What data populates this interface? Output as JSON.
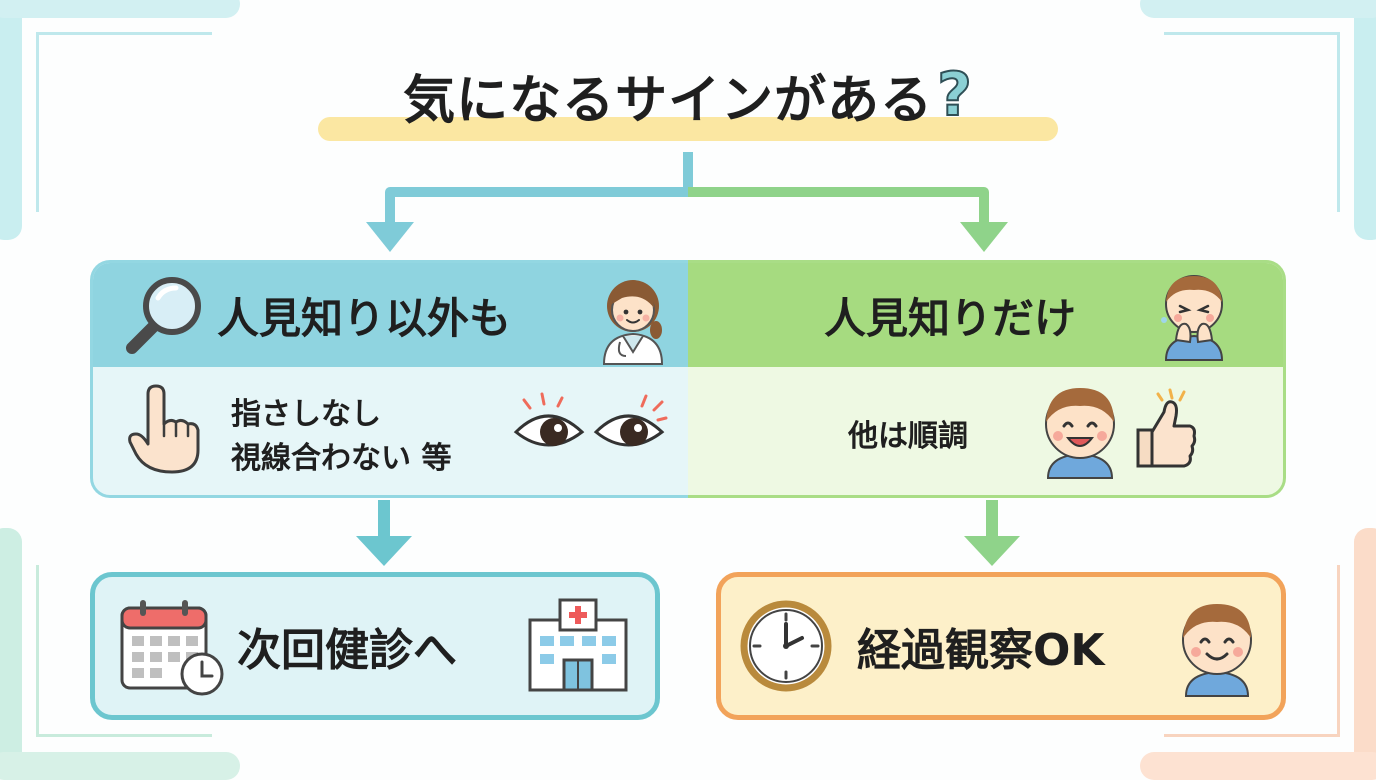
{
  "title": {
    "text": "気になるサインがある",
    "mark": "?"
  },
  "branches": {
    "left": {
      "heading": "人見知り以外も",
      "details": [
        "指さしなし",
        "視線合わない 等"
      ],
      "result": "次回健診へ",
      "color": "#8fd4e0"
    },
    "right": {
      "heading": "人見知りだけ",
      "details": [
        "他は順調"
      ],
      "result": "経過観察OK",
      "color": "#a6db80"
    }
  },
  "icons": {
    "left_heading": [
      "magnifier-icon",
      "doctor-icon"
    ],
    "left_body": [
      "pointing-hand-icon",
      "eyes-icon"
    ],
    "left_result": [
      "calendar-icon",
      "hospital-icon"
    ],
    "right_heading": [
      "shy-child-icon"
    ],
    "right_body": [
      "smiling-child-icon",
      "thumbs-up-icon"
    ],
    "right_result": [
      "clock-icon",
      "happy-child-icon"
    ]
  },
  "colors": {
    "teal": "#6cc6cf",
    "green": "#8fd38a",
    "orange": "#f2a35a",
    "title_highlight": "#fbe7a2"
  }
}
